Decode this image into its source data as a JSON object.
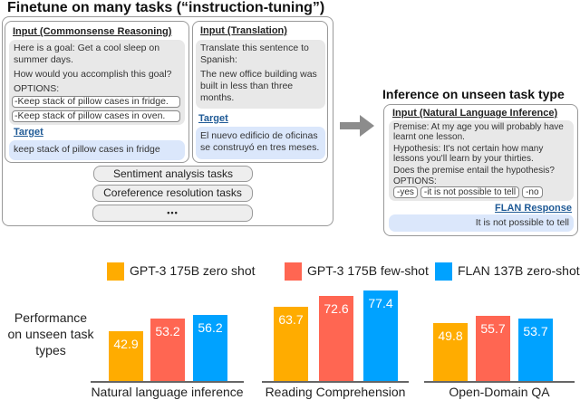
{
  "finetune": {
    "title": "Finetune on many tasks (“instruction-tuning”)",
    "commonsense": {
      "header": "Input (Commonsense Reasoning)",
      "lines": [
        "Here is a goal: Get a cool sleep on summer days.",
        "How would you accomplish this goal?",
        "OPTIONS:"
      ],
      "options": [
        "-Keep stack of pillow cases in fridge.",
        "-Keep stack of pillow cases in oven."
      ],
      "target_label": "Target",
      "target": "keep stack of pillow cases in fridge"
    },
    "translation": {
      "header": "Input (Translation)",
      "lines": [
        "Translate this sentence to Spanish:",
        "The new office building was built in less than three months."
      ],
      "target_label": "Target",
      "target": "El nuevo edificio de oficinas se construyó en tres meses."
    },
    "tasks": [
      "Sentiment analysis tasks",
      "Coreference resolution tasks",
      "•••"
    ]
  },
  "inference": {
    "title": "Inference on unseen task type",
    "header": "Input (Natural Language Inference)",
    "lines": [
      "Premise: At my age you will probably have learnt one lesson.",
      "Hypothesis: It's not certain how many lessons you'll learn by your thirties.",
      "Does the premise entail the hypothesis?",
      "OPTIONS:"
    ],
    "options": [
      "-yes",
      "-it is not possible to tell",
      "-no"
    ],
    "response_label": "FLAN Response",
    "response": "It is not possible to tell"
  },
  "arrow_icon": "right-arrow-icon",
  "chart_data": {
    "type": "bar",
    "ylabel": "Performance on unseen task types",
    "categories": [
      "Natural language inference",
      "Reading Comprehension",
      "Open-Domain QA"
    ],
    "series": [
      {
        "name": "GPT-3 175B zero shot",
        "color": "#ffac00",
        "values": [
          42.9,
          63.7,
          49.8
        ]
      },
      {
        "name": "GPT-3 175B few-shot",
        "color": "#ff6652",
        "values": [
          53.2,
          72.6,
          55.7
        ]
      },
      {
        "name": "FLAN 137B zero-shot",
        "color": "#00a2ff",
        "values": [
          56.2,
          77.4,
          53.7
        ]
      }
    ],
    "ylim": [
      0,
      80
    ],
    "grid": false,
    "legend": "top"
  }
}
